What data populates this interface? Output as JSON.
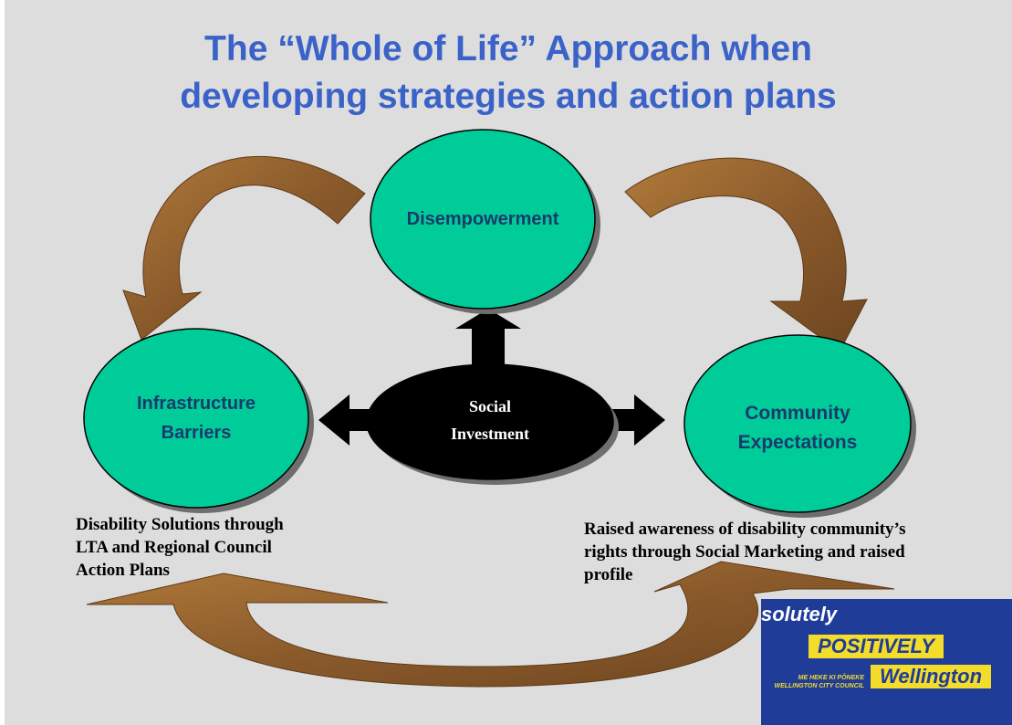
{
  "title": {
    "line1": "The “Whole of Life” Approach when",
    "line2": "developing strategies and action plans"
  },
  "nodes": {
    "top": "Disempowerment",
    "left_line1": "Infrastructure",
    "left_line2": "Barriers",
    "right_line1": "Community",
    "right_line2": "Expectations",
    "center_line1": "Social",
    "center_line2": "Investment"
  },
  "notes": {
    "left": "Disability Solutions through\nLTA and Regional Council\nAction Plans",
    "right": "Raised awareness of disability community’s\nrights through Social Marketing and raised\nprofile"
  },
  "logo": {
    "word1": "solutely",
    "word2": "POSITIVELY",
    "word3": "Wellington",
    "tagline": "ME HEKE KI PŌNEKE\nWELLINGTON CITY COUNCIL"
  },
  "colors": {
    "background": "#dddddd",
    "title": "#3a62c8",
    "node_fill": "#00cc99",
    "arrow_fill": "#8a5a2b",
    "logo_blue": "#1f3c99",
    "logo_yellow": "#f3dc2a"
  }
}
